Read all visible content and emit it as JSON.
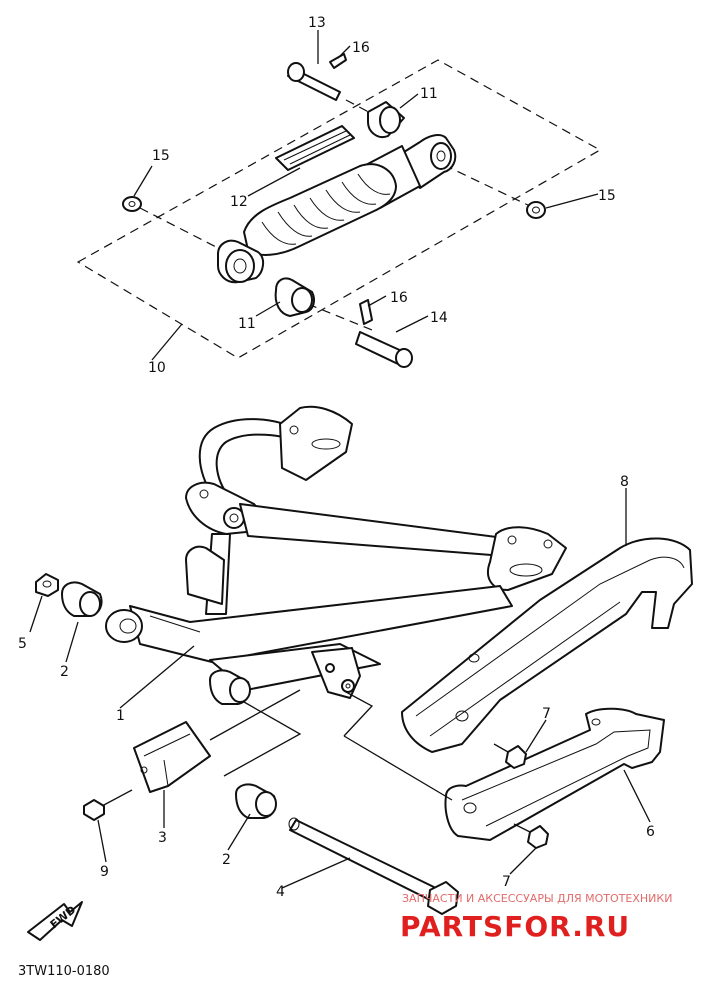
{
  "callouts": [
    {
      "id": "c13",
      "text": "13"
    },
    {
      "id": "c16a",
      "text": "16"
    },
    {
      "id": "c11a",
      "text": "11"
    },
    {
      "id": "c15a",
      "text": "15"
    },
    {
      "id": "c12",
      "text": "12"
    },
    {
      "id": "c15b",
      "text": "15"
    },
    {
      "id": "c16b",
      "text": "16"
    },
    {
      "id": "c11b",
      "text": "11"
    },
    {
      "id": "c14",
      "text": "14"
    },
    {
      "id": "c10",
      "text": "10"
    },
    {
      "id": "c8",
      "text": "8"
    },
    {
      "id": "c5",
      "text": "5"
    },
    {
      "id": "c2a",
      "text": "2"
    },
    {
      "id": "c1",
      "text": "1"
    },
    {
      "id": "c7a",
      "text": "7"
    },
    {
      "id": "c3",
      "text": "3"
    },
    {
      "id": "c9",
      "text": "9"
    },
    {
      "id": "c6",
      "text": "6"
    },
    {
      "id": "c2b",
      "text": "2"
    },
    {
      "id": "c7b",
      "text": "7"
    },
    {
      "id": "c4",
      "text": "4"
    }
  ],
  "diagram_code": "3TW110-0180",
  "fwd_label": "FWD",
  "watermark": {
    "tagline": "ЗАПЧАСТИ И АКСЕССУАРЫ ДЛЯ МОТОТЕХНИКИ",
    "brand": "PARTSFOR.RU",
    "color": "#e01f1f"
  }
}
